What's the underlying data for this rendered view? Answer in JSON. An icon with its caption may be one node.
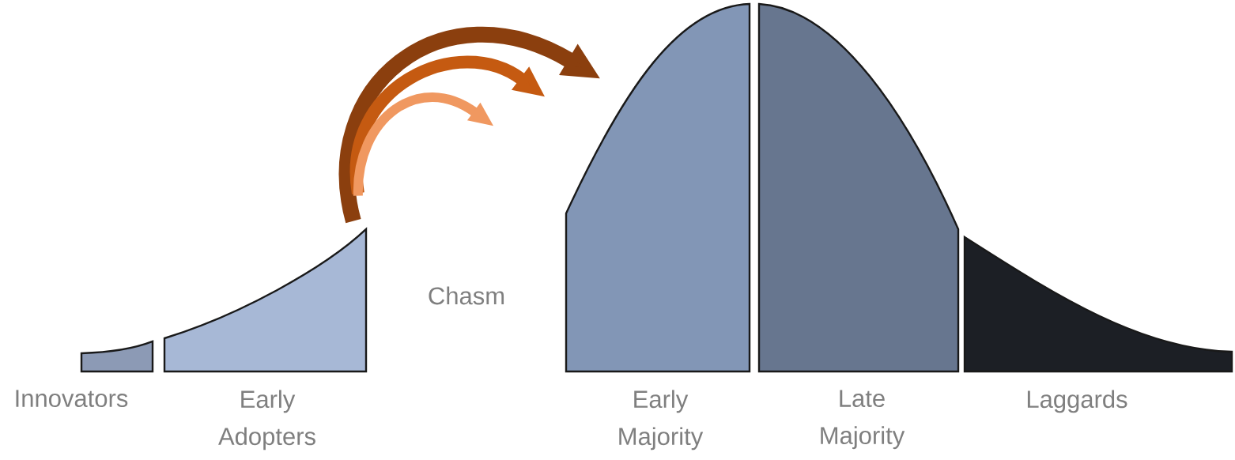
{
  "diagram": {
    "nodes": [
      {
        "text": [
          "Innovators"
        ]
      },
      {
        "text": [
          "Early Adopters"
        ]
      },
      {
        "text": [
          "Early Majority"
        ]
      },
      {
        "text": [
          "Late Majority"
        ]
      },
      {
        "text": [
          "Laggards"
        ]
      }
    ],
    "edges": [
      {
        "from": 1,
        "to": null,
        "arrow": "to",
        "color": "#8b3f0e"
      },
      {
        "from": 1,
        "to": null,
        "arrow": "to",
        "color": "#c55a11"
      },
      {
        "from": 1,
        "to": null,
        "arrow": "to",
        "color": "#f09860"
      }
    ],
    "labels": [
      "Chasm"
    ]
  }
}
